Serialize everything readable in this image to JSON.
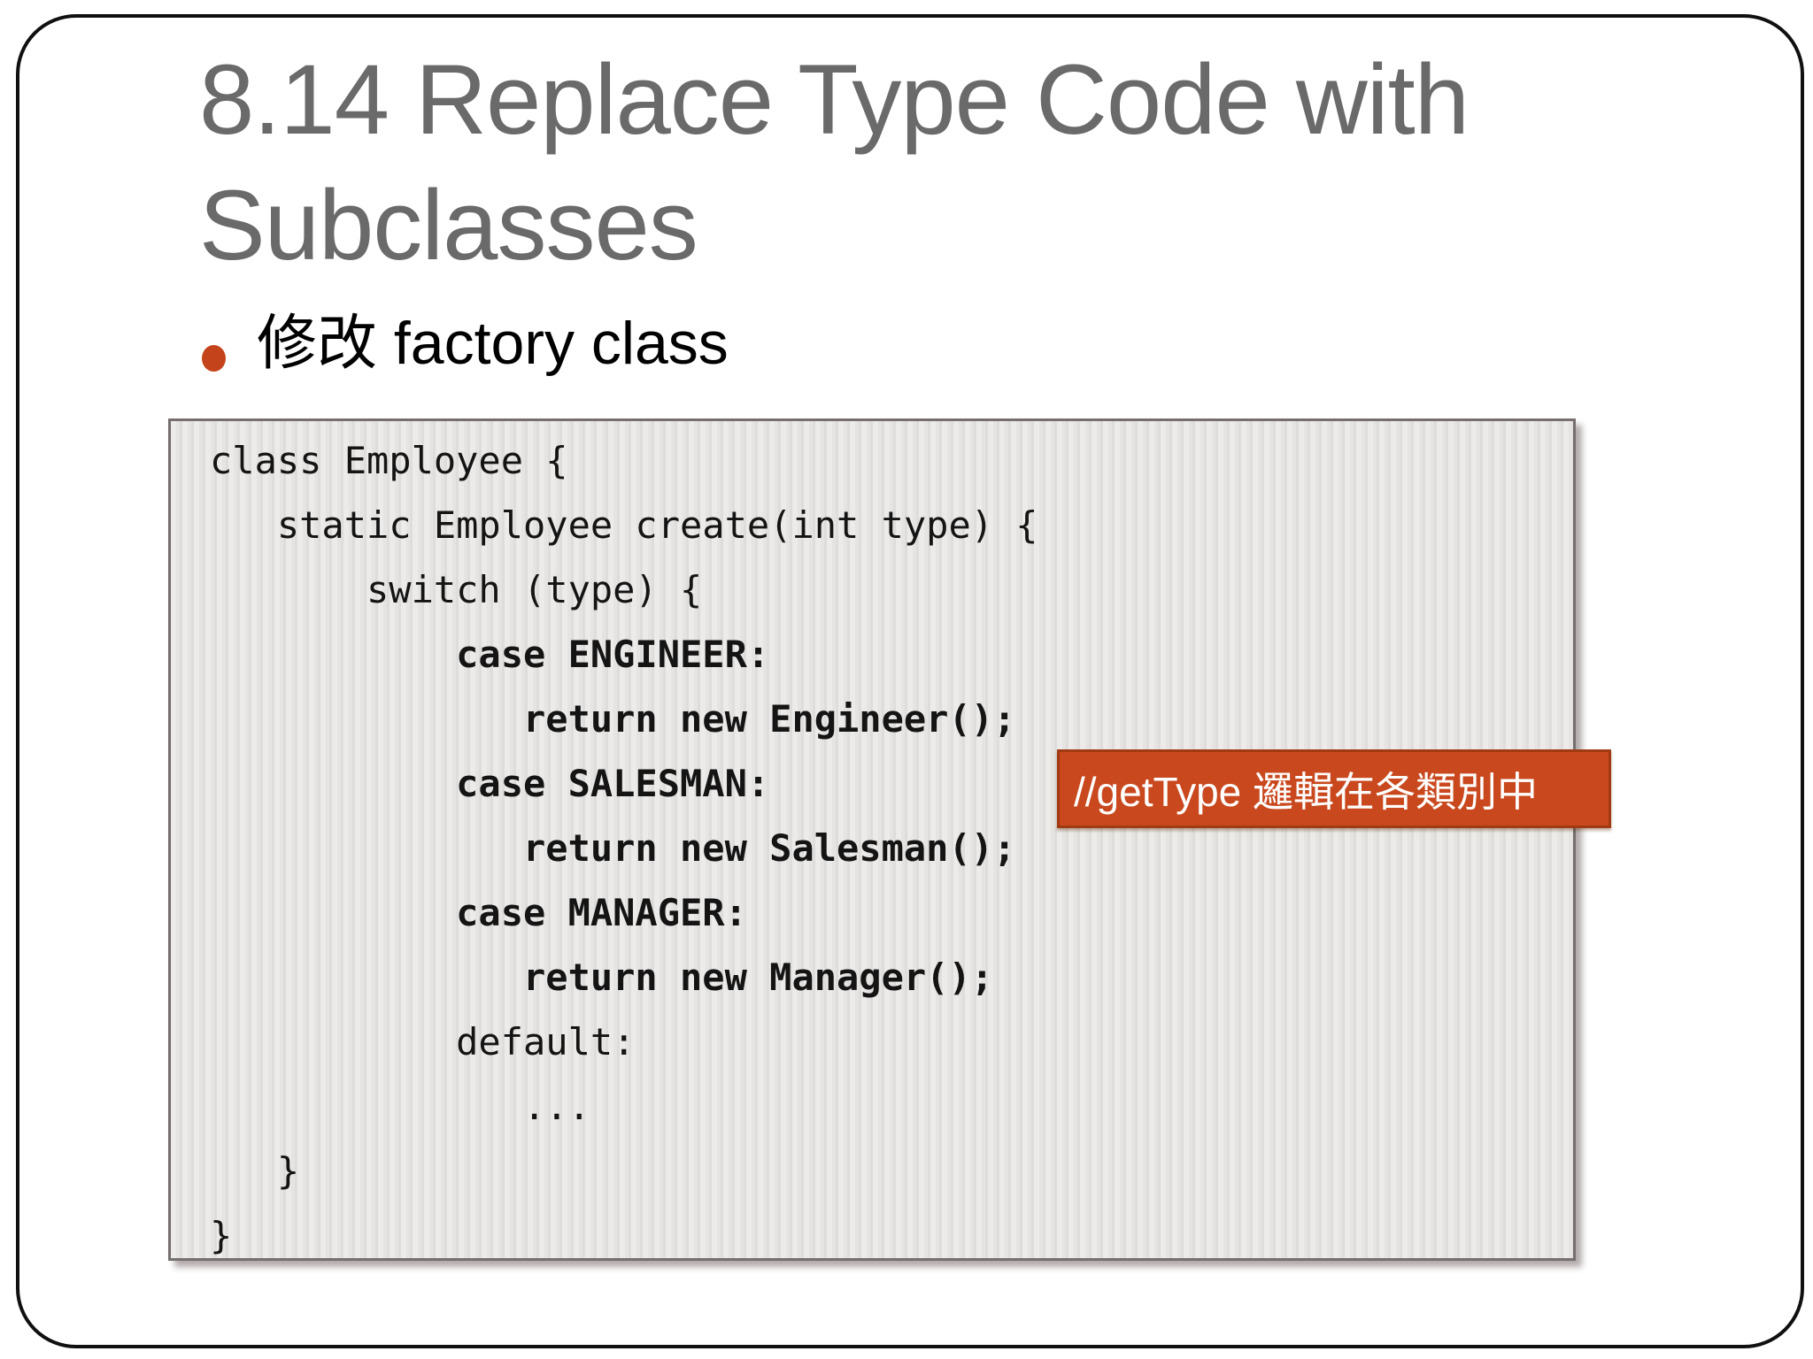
{
  "slide": {
    "title": "8.14 Replace Type Code with Subclasses",
    "bullet": {
      "text": "修改 factory class"
    },
    "code": {
      "lines": [
        {
          "text": "class Employee {",
          "bold": false
        },
        {
          "text": "   static Employee create(int type) {",
          "bold": false
        },
        {
          "text": "       switch (type) {",
          "bold": false
        },
        {
          "text": "           case ENGINEER:",
          "bold": true
        },
        {
          "text": "              return new Engineer();",
          "bold": true
        },
        {
          "text": "           case SALESMAN:",
          "bold": true
        },
        {
          "text": "              return new Salesman();",
          "bold": true
        },
        {
          "text": "           case MANAGER:",
          "bold": true
        },
        {
          "text": "              return new Manager();",
          "bold": true
        },
        {
          "text": "           default:",
          "bold": false
        },
        {
          "text": "              ...",
          "bold": false
        },
        {
          "text": "   }",
          "bold": false
        },
        {
          "text": "}",
          "bold": false
        }
      ]
    },
    "callout": {
      "text": "//getType 邏輯在各類別中"
    },
    "colors": {
      "title_gray": "#6a6a6a",
      "bullet_dot_orange": "#c5431a",
      "callout_fill": "#c9481d",
      "callout_border": "#a03a12",
      "code_box_bg": "#e8e6e4",
      "code_box_border": "#756f6f",
      "code_text": "#141414",
      "frame_border": "#101010"
    }
  }
}
